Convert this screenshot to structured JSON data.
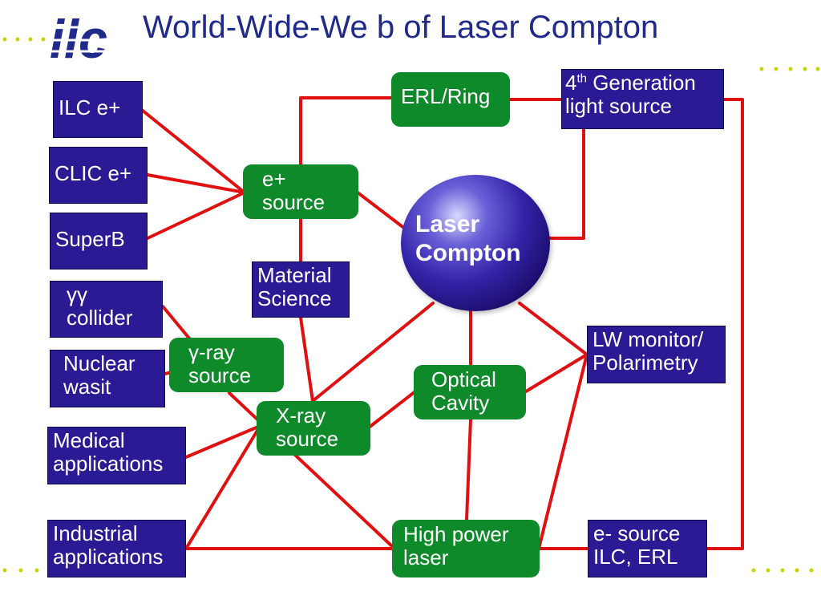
{
  "header": {
    "title": "World-Wide-We b of Laser Compton"
  },
  "logo": {
    "text": "ilc"
  },
  "center": {
    "line1": "Laser",
    "line2": "Compton"
  },
  "nodes": {
    "ilc_e_plus": "ILC e+",
    "clic_e_plus": "CLIC e+",
    "superb": "SuperB",
    "gg_collider": {
      "line1": "γγ",
      "line2": "collider"
    },
    "nuclear_wasit": {
      "line1": "Nuclear",
      "line2": "wasit"
    },
    "medical_apps": {
      "line1": "Medical",
      "line2": "applications"
    },
    "industrial_apps": {
      "line1": "Industrial",
      "line2": "applications"
    },
    "e_plus_source": {
      "line1": "e+",
      "line2": "source"
    },
    "erl_ring": "ERL/Ring",
    "gen4": {
      "pre": "4",
      "sup": "th",
      "post": " Generation",
      "line2": "light source"
    },
    "material_science": {
      "line1": "Material",
      "line2": "Science"
    },
    "gamma_ray_source": {
      "line1": "γ-ray",
      "line2": "source"
    },
    "xray_source": {
      "line1": "X-ray",
      "line2": "source"
    },
    "optical_cavity": {
      "line1": "Optical",
      "line2": "Cavity"
    },
    "lw_monitor": {
      "line1": "LW monitor/",
      "line2": "Polarimetry"
    },
    "high_power_laser": {
      "line1": "High power",
      "line2": "laser"
    },
    "e_minus_source": {
      "line1": "e- source",
      "line2": "ILC, ERL"
    }
  },
  "colors": {
    "title": "#1f2a8a",
    "blue_box": "#2a1a93",
    "green_box": "#0f8a2a",
    "link": "#e01010",
    "dots": "#c8d400"
  }
}
